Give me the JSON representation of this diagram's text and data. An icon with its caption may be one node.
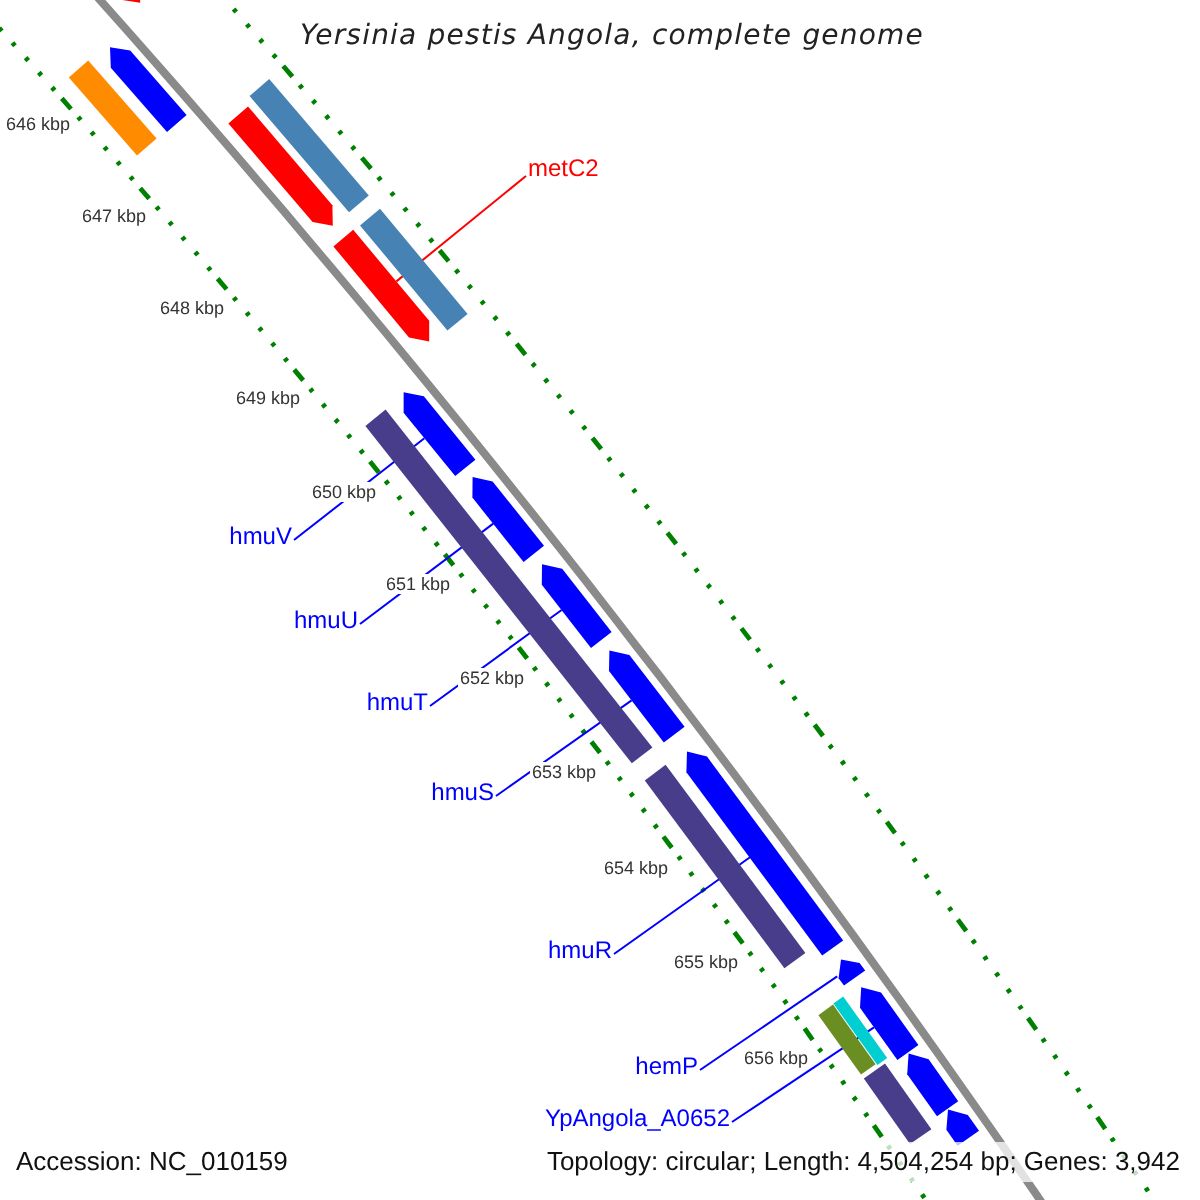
{
  "diagram": {
    "title": "Yersinia pestis Angola, complete genome",
    "nodes": [
      {
        "text": [],
        "shape": "arrow"
      },
      {
        "text": [],
        "shape": "arrow"
      },
      {
        "text": [],
        "shape": "bar"
      },
      {
        "text": [],
        "shape": "bar"
      },
      {
        "text": [],
        "shape": "arrow"
      },
      {
        "text": [
          "metC2"
        ]
      },
      {
        "text": [],
        "shape": "bar"
      },
      {
        "text": [],
        "shape": "arrow"
      },
      {
        "text": [],
        "shape": "arrow"
      },
      {
        "text": [],
        "shape": "bar"
      },
      {
        "text": [
          "hmuV"
        ]
      },
      {
        "text": [],
        "shape": "arrow"
      },
      {
        "text": [
          "hmuU"
        ]
      },
      {
        "text": [],
        "shape": "arrow"
      },
      {
        "text": [
          "hmuT"
        ]
      },
      {
        "text": [],
        "shape": "arrow"
      },
      {
        "text": [
          "hmuS"
        ]
      },
      {
        "text": [],
        "shape": "bar"
      },
      {
        "text": [],
        "shape": "arrow"
      },
      {
        "text": [
          "hmuR"
        ]
      },
      {
        "text": [],
        "shape": "arrow"
      },
      {
        "text": [],
        "shape": "bar"
      },
      {
        "text": [],
        "shape": "bar"
      },
      {
        "text": [
          "hemP"
        ]
      },
      {
        "text": [],
        "shape": "arrow"
      },
      {
        "text": [
          "YpAngola_A0652"
        ]
      },
      {
        "text": [],
        "shape": "bar"
      },
      {
        "text": [],
        "shape": "arrow"
      },
      {
        "text": [],
        "shape": "arrow"
      }
    ],
    "edges": [
      {
        "from": 5,
        "to": 7,
        "arrow": "none",
        "color": "#ff0000"
      },
      {
        "from": 10,
        "to": 8,
        "arrow": "none"
      },
      {
        "from": 12,
        "to": 11,
        "arrow": "none"
      },
      {
        "from": 14,
        "to": 13,
        "arrow": "none"
      },
      {
        "from": 16,
        "to": 15,
        "arrow": "none"
      },
      {
        "from": 19,
        "to": 18,
        "arrow": "none"
      },
      {
        "from": 23,
        "to": 20,
        "arrow": "none"
      },
      {
        "from": 25,
        "to": 24,
        "arrow": "none"
      }
    ],
    "labels": [
      "646 kbp",
      "647 kbp",
      "648 kbp",
      "649 kbp",
      "650 kbp",
      "651 kbp",
      "652 kbp",
      "653 kbp",
      "654 kbp",
      "655 kbp",
      "656 kbp",
      "Accession: NC_010159",
      "Topology: circular; Length: 4,504,254 bp; Genes: 3,942"
    ]
  }
}
